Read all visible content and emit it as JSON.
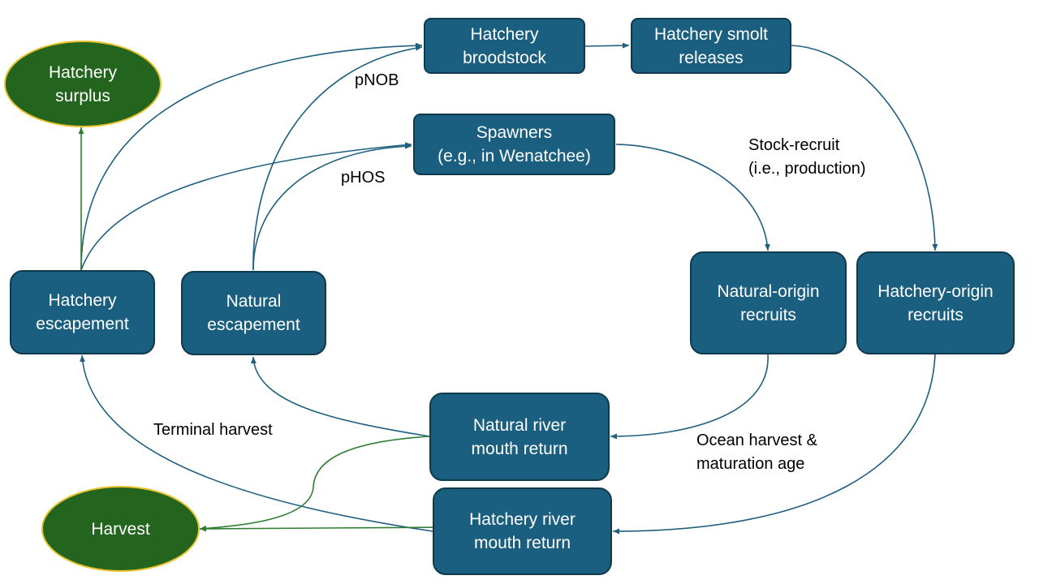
{
  "colors": {
    "box_fill": "#1a5f7f",
    "box_border": "#0f3a4d",
    "oval_fill": "#23641f",
    "oval_border": "#e8c22a",
    "blue_arrow": "#1f5f80",
    "green_arrow": "#2e7d32"
  },
  "nodes": {
    "hatchery_broodstock": "Hatchery\nbroodstock",
    "hatchery_smolt_releases": "Hatchery smolt\nreleases",
    "spawners": "Spawners\n(e.g., in Wenatchee)",
    "hatchery_surplus": "Hatchery\nsurplus",
    "hatchery_escapement": "Hatchery\nescapement",
    "natural_escapement": "Natural\nescapement",
    "natural_origin_recruits": "Natural-origin\nrecruits",
    "hatchery_origin_recruits": "Hatchery-origin\nrecruits",
    "natural_river_mouth_return": "Natural river\nmouth return",
    "hatchery_river_mouth_return": "Hatchery river\nmouth return",
    "harvest": "Harvest"
  },
  "labels": {
    "pnob": "pNOB",
    "phos": "pHOS",
    "stock_recruit": "Stock-recruit\n(i.e., production)",
    "terminal_harvest": "Terminal harvest",
    "ocean_harvest": "Ocean harvest &\nmaturation age"
  }
}
